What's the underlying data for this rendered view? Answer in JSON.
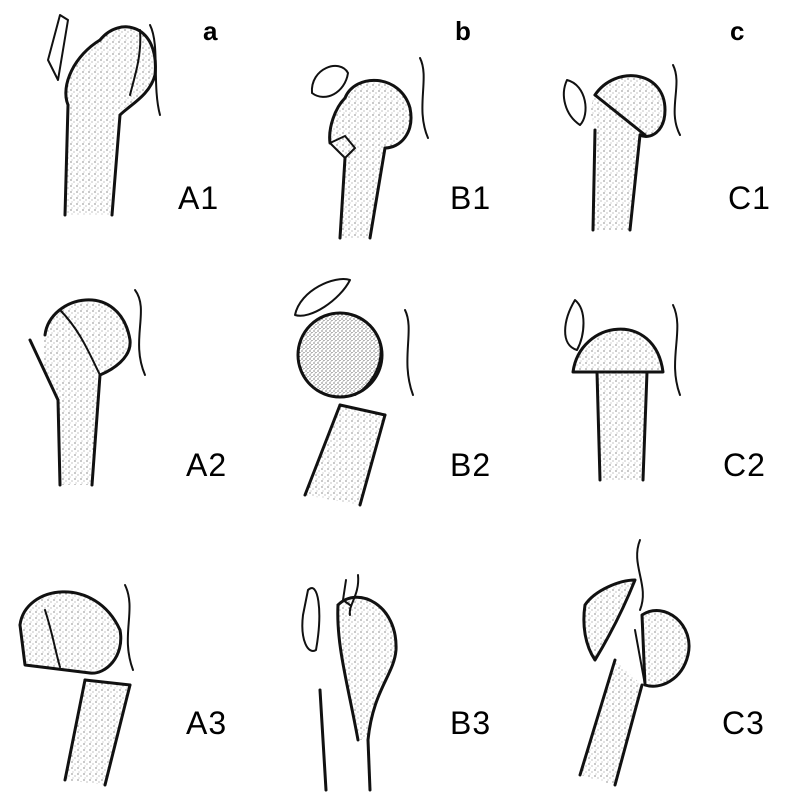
{
  "columns": [
    {
      "header": "a"
    },
    {
      "header": "b"
    },
    {
      "header": "c"
    }
  ],
  "panels": [
    {
      "label": "A1"
    },
    {
      "label": "B1"
    },
    {
      "label": "C1"
    },
    {
      "label": "A2"
    },
    {
      "label": "B2"
    },
    {
      "label": "C2"
    },
    {
      "label": "A3"
    },
    {
      "label": "B3"
    },
    {
      "label": "C3"
    }
  ]
}
